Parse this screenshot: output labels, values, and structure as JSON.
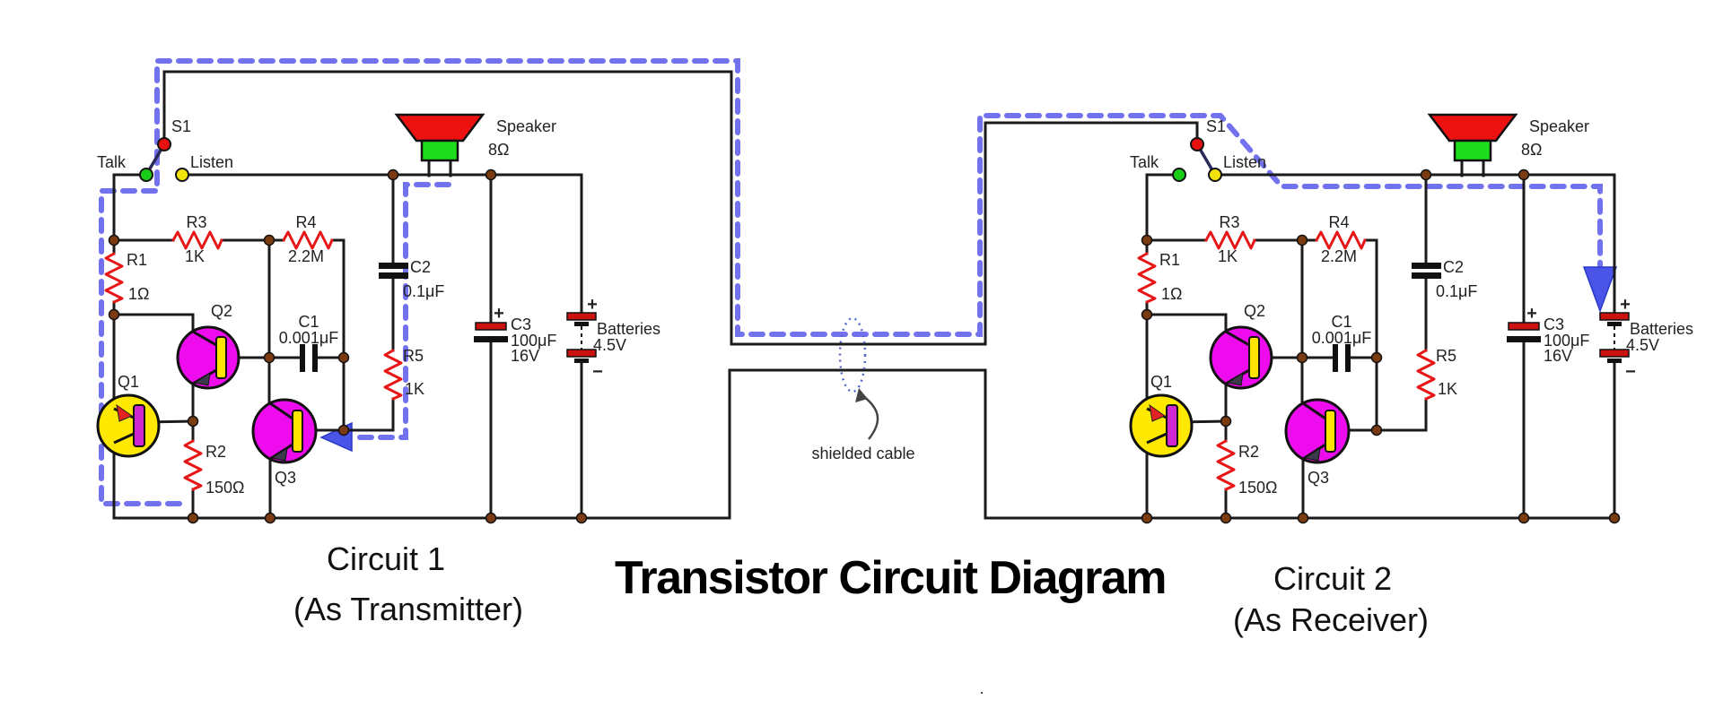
{
  "title": "Transistor Circuit Diagram",
  "captions": {
    "circuit1": {
      "line1": "Circuit 1",
      "line2": "(As Transmitter)"
    },
    "circuit2": {
      "line1": "Circuit 2",
      "line2": "(As Receiver)"
    }
  },
  "annotations": {
    "shielded_cable": "shielded cable",
    "stray_dot": "."
  },
  "components": {
    "switch": {
      "name": "S1",
      "positions": {
        "talk": "Talk",
        "listen": "Listen"
      }
    },
    "speaker": {
      "name": "Speaker",
      "impedance": "8Ω"
    },
    "resistors": {
      "R1": {
        "label": "R1",
        "value": "1Ω"
      },
      "R2": {
        "label": "R2",
        "value": "150Ω"
      },
      "R3": {
        "label": "R3",
        "value": "1K"
      },
      "R4": {
        "label": "R4",
        "value": "2.2M"
      },
      "R5": {
        "label": "R5",
        "value": "1K"
      }
    },
    "capacitors": {
      "C1": {
        "label": "C1",
        "value": "0.001μF"
      },
      "C2": {
        "label": "C2",
        "value": "0.1μF"
      },
      "C3": {
        "label": "C3",
        "value": "100μF",
        "voltage": "16V",
        "plus": "+"
      }
    },
    "battery": {
      "label": "Batteries",
      "value": "4.5V",
      "plus": "+",
      "minus": "−"
    },
    "transistors": {
      "Q1": "Q1",
      "Q2": "Q2",
      "Q3": "Q3"
    }
  },
  "colors": {
    "wire": "#1b1b1b",
    "signal_path_blue": "#7272ee",
    "arrow_blue": "#4a55e8",
    "resistor_red": "#e81717",
    "transistor_magenta": "#ee0cee",
    "transistor_yellow": "#ffe900",
    "bar_magenta": "#d028d0",
    "bar_yellow": "#ffe400",
    "speaker_red": "#ed1111",
    "speaker_green": "#1ddd1d",
    "battery_red": "#cc1111",
    "junction_brown": "#7b3b12"
  }
}
